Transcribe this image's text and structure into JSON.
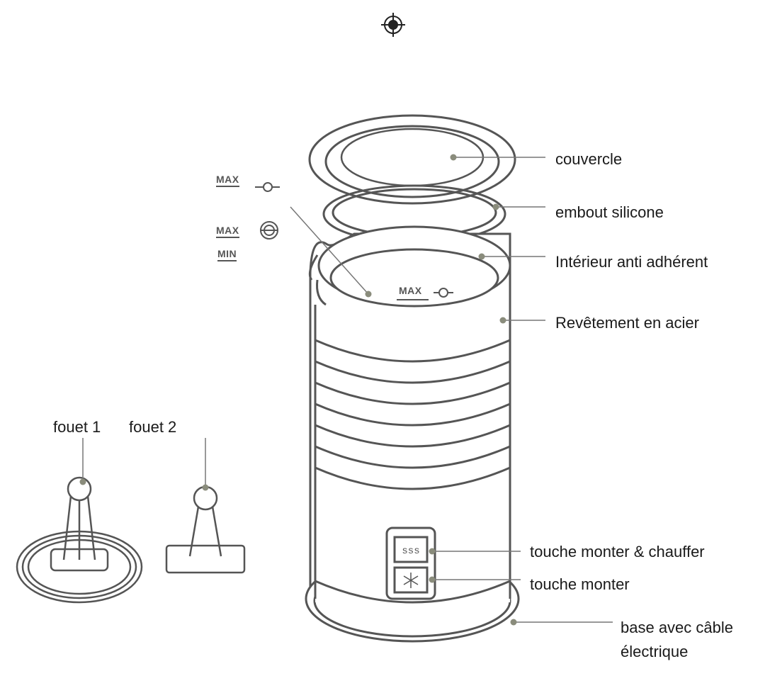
{
  "labels": {
    "lid": "couvercle",
    "seal": "embout silicone",
    "interior": "Intérieur anti adhérent",
    "coating": "Revêtement en acier",
    "whisk1": "fouet 1",
    "whisk2": "fouet 2",
    "froth_heat": "touche monter & chauffer",
    "froth": "touche monter",
    "base_line1": "base avec câble",
    "base_line2": "électrique"
  },
  "markings": {
    "max_upper": "MAX",
    "max_lower": "MAX",
    "min": "MIN",
    "max_inside": "MAX"
  },
  "button_icons": {
    "froth_heat": "sss",
    "froth": "snowflake-icon"
  },
  "colors": {
    "line": "#555555",
    "leader": "#777777",
    "dot": "#8a8c7c",
    "text": "#1a1a1a"
  }
}
